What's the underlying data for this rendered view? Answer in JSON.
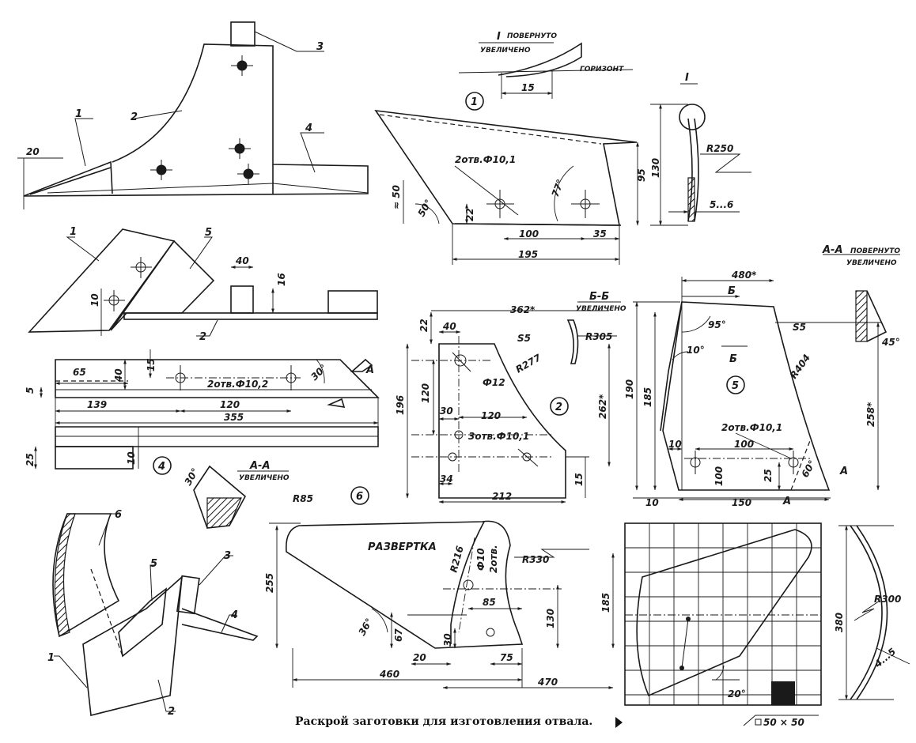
{
  "caption": "Раскрой заготовки для изготовления отвала.",
  "parts": {
    "p1": "1",
    "p2": "2",
    "p3": "3",
    "p4": "4",
    "p5": "5",
    "p6": "6"
  },
  "labels": {
    "detail_i": "I",
    "povernuto": "ПОВЕРНУТО",
    "uvelicheno": "УВЕЛИЧЕНО",
    "gorizont": "ГОРИЗОНТ",
    "aa": "А-А",
    "bb": "Б-Б",
    "b": "Б",
    "a": "А",
    "razvertka": "РАЗВЕРТКА",
    "grid_cell": "50 × 50"
  },
  "dims": {
    "d20": "20",
    "d15": "15",
    "d22": "22",
    "d50": "≈ 50",
    "d50deg": "50°",
    "d77": "77°",
    "d95": "95",
    "d100": "100",
    "d35": "35",
    "d195": "195",
    "d130": "130",
    "r260": "R250",
    "d56": "5...6",
    "holes1": "2отв.Ф10,1",
    "d40": "40",
    "d16": "16",
    "d10": "10",
    "d65": "65",
    "d15b": "15",
    "d40b": "40",
    "holes4": "2отв.Ф10,2",
    "d30deg": "30°",
    "d5": "5",
    "d139": "139",
    "d120": "120",
    "d355": "355",
    "d25": "25",
    "d10b": "10",
    "d362": "362*",
    "d22b": "22",
    "d40c": "40",
    "s5": "S5",
    "r277": "R277",
    "f12": "Ф12",
    "d196": "196",
    "d120b": "120",
    "d30": "30",
    "d120c": "120",
    "holes2": "3отв.Ф10,1",
    "d262": "262*",
    "d34": "34",
    "d212": "212",
    "d15c": "15",
    "r305": "R305",
    "d480": "480*",
    "d95deg": "95°",
    "d10deg": "10°",
    "d190": "190",
    "d185": "185",
    "r404": "R404",
    "holes5": "2отв.Ф10,1",
    "d258": "258*",
    "d10c": "10",
    "d100b": "100",
    "d100c": "100",
    "d25b": "25",
    "d60deg": "60°",
    "d10d": "10",
    "d150": "150",
    "d45deg": "45°",
    "r85": "R85",
    "d255": "255",
    "d36deg": "36°",
    "r216": "R216",
    "f10": "Ф10",
    "holes6": "2отв.",
    "r330": "R330",
    "d85": "85",
    "d130b": "130",
    "d185b": "185",
    "d67": "67",
    "d30b": "30",
    "d20b": "20",
    "d75": "75",
    "d460": "460",
    "d470": "470",
    "d380": "380",
    "r300": "R300",
    "d45": "4...5",
    "d20deg": "20°"
  },
  "icons": [
    "arrow-right-icon"
  ]
}
